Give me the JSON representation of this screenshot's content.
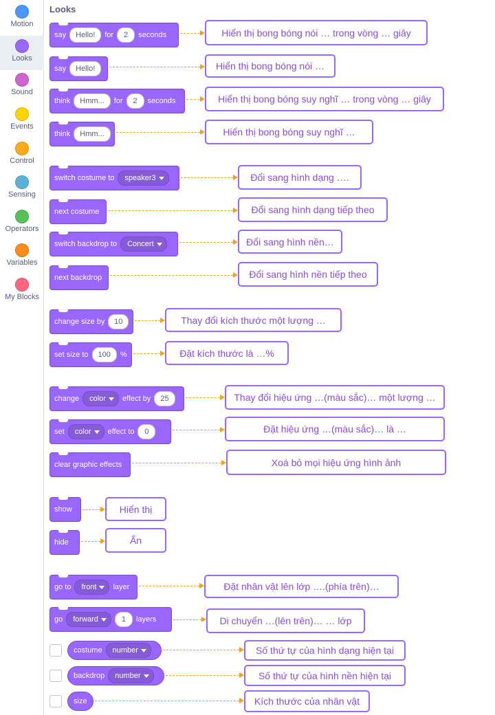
{
  "categories": [
    {
      "label": "Motion",
      "color": "#4c97ff"
    },
    {
      "label": "Looks",
      "color": "#9966ff"
    },
    {
      "label": "Sound",
      "color": "#cf63cf"
    },
    {
      "label": "Events",
      "color": "#ffd500"
    },
    {
      "label": "Control",
      "color": "#ffab19"
    },
    {
      "label": "Sensing",
      "color": "#5cb1d6"
    },
    {
      "label": "Operators",
      "color": "#59c059"
    },
    {
      "label": "Variables",
      "color": "#ff8c1a"
    },
    {
      "label": "My Blocks",
      "color": "#ff6680"
    }
  ],
  "selected_category": "Looks",
  "section_title": "Looks",
  "blocks": {
    "say_for": {
      "say": "say",
      "message": "Hello!",
      "for": "for",
      "secs": "2",
      "seconds": "seconds"
    },
    "say": {
      "say": "say",
      "message": "Hello!"
    },
    "think_for": {
      "think": "think",
      "message": "Hmm...",
      "for": "for",
      "secs": "2",
      "seconds": "seconds"
    },
    "think": {
      "think": "think",
      "message": "Hmm..."
    },
    "switch_costume": {
      "label": "switch costume to",
      "value": "speaker3"
    },
    "next_costume": {
      "label": "next costume"
    },
    "switch_backdrop": {
      "label": "switch backdrop to",
      "value": "Concert"
    },
    "next_backdrop": {
      "label": "next backdrop"
    },
    "change_size": {
      "label": "change size by",
      "value": "10"
    },
    "set_size": {
      "label": "set size to",
      "value": "100",
      "unit": "%"
    },
    "change_effect": {
      "change": "change",
      "effect": "color",
      "by": "effect by",
      "value": "25"
    },
    "set_effect": {
      "set": "set",
      "effect": "color",
      "to": "effect to",
      "value": "0"
    },
    "clear_effects": {
      "label": "clear graphic effects"
    },
    "show": {
      "label": "show"
    },
    "hide": {
      "label": "hide"
    },
    "go_to_layer": {
      "goto": "go to",
      "value": "front",
      "layer": "layer"
    },
    "go_layers": {
      "go": "go",
      "direction": "forward",
      "value": "1",
      "layers": "layers"
    },
    "costume_reporter": {
      "label": "costume",
      "value": "number"
    },
    "backdrop_reporter": {
      "label": "backdrop",
      "value": "number"
    },
    "size_reporter": {
      "label": "size"
    }
  },
  "notes": {
    "say_for": "Hiển thị bong bóng nói … trong vòng … giây",
    "say": "Hiển thị bong bóng nói …",
    "think_for": "Hiển thị bong bóng suy nghĩ … trong vòng … giây",
    "think": "Hiển thị bong bóng suy nghĩ …",
    "switch_costume": "Đổi sang hình dạng ….",
    "next_costume": "Đổi sang hình dạng tiếp theo",
    "switch_backdrop": "Đổi sang hình nền…",
    "next_backdrop": "Đổi sang hình nền tiếp theo",
    "change_size": "Thay đổi kích thước một lượng …",
    "set_size": "Đặt kích thước là …%",
    "change_effect": "Thay đổi hiệu ứng …(màu sắc)… một lượng …",
    "set_effect": "Đặt hiệu ứng …(màu sắc)… là …",
    "clear_effects": "Xoá bỏ mọi hiệu ứng hình ảnh",
    "show": "Hiển thị",
    "hide": "Ẩn",
    "go_to_layer": "Đặt nhân vật lên lớp ….(phía trên)…",
    "go_layers": "Di chuyển …(lên trên)… … lớp",
    "costume_reporter": "Số thứ tự của hình dạng hiện tại",
    "backdrop_reporter": "Số thứ tự của hình nền hiện tại",
    "size_reporter": "Kích thước của nhân vật"
  }
}
